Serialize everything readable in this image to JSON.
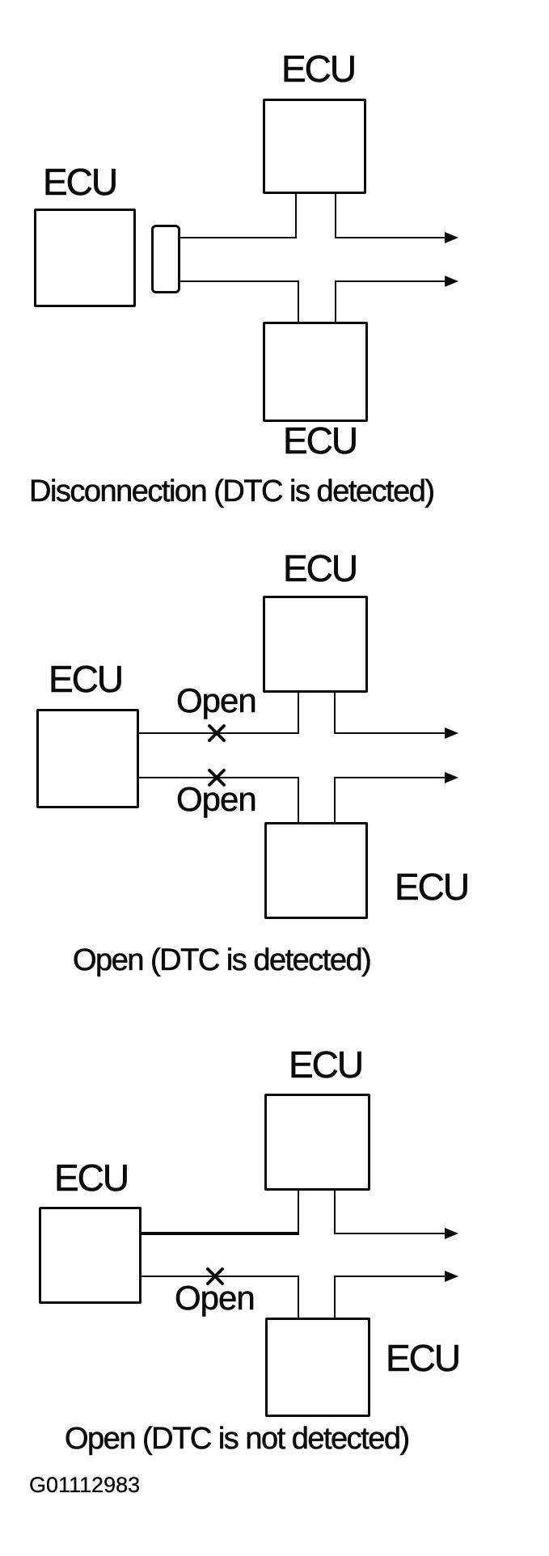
{
  "figure_code": "G01112983",
  "diagrams": [
    {
      "caption": "Disconnection (DTC is detected)",
      "nodes": [
        "ECU",
        "ECU",
        "ECU"
      ],
      "fault_labels": []
    },
    {
      "caption": "Open (DTC is detected)",
      "nodes": [
        "ECU",
        "ECU",
        "ECU"
      ],
      "fault_labels": [
        "Open",
        "Open"
      ]
    },
    {
      "caption": "Open (DTC is not detected)",
      "nodes": [
        "ECU",
        "ECU",
        "ECU"
      ],
      "fault_labels": [
        "Open"
      ]
    }
  ]
}
